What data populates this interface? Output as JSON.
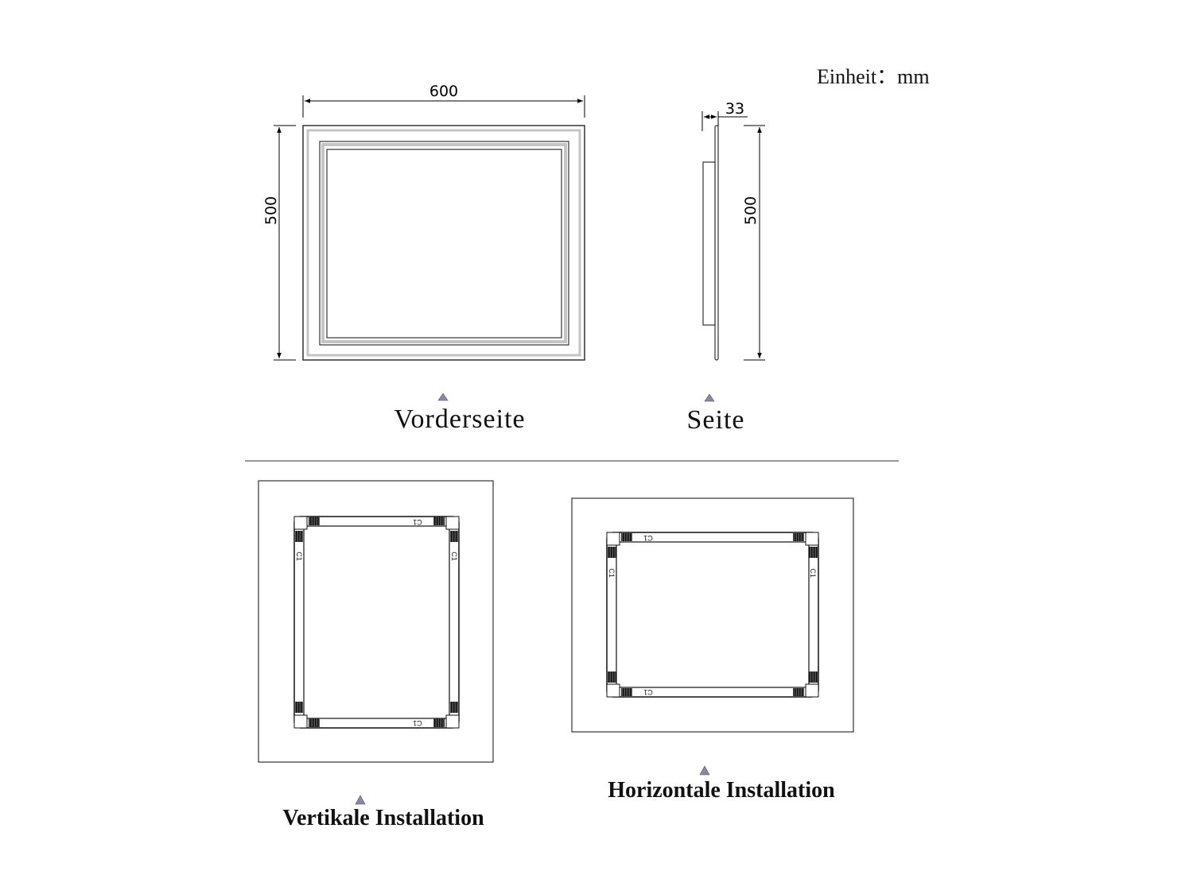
{
  "unit": {
    "label": "Einheit",
    "separator": "：",
    "value": "mm"
  },
  "front_view": {
    "width_dim": "600",
    "height_dim": "500",
    "caption": "Vorderseite"
  },
  "side_view": {
    "depth_dim": "33",
    "height_dim": "500",
    "caption": "Seite"
  },
  "vertical_install": {
    "caption": "Vertikale Installation",
    "clip_label": "C1"
  },
  "horizontal_install": {
    "caption": "Horizontale Installation",
    "clip_label": "C1"
  },
  "colors": {
    "frame_stroke": "#333333",
    "led_strip": "#b8b8b8",
    "marker": "#8a86a8"
  }
}
